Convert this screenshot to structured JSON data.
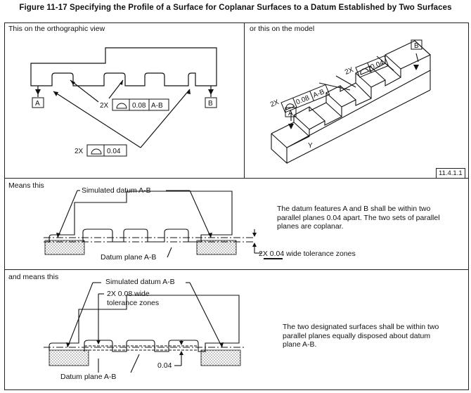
{
  "figure_title": "Figure 11-17 Specifying the Profile of a Surface for Coplanar Surfaces to a Datum Established by Two Surfaces",
  "panel_ortho": {
    "label": "This on the orthographic view",
    "datum_a": "A",
    "datum_b": "B",
    "fcf1": {
      "count": "2X",
      "value": "0.08",
      "datum": "A-B"
    },
    "fcf2": {
      "count": "2X",
      "value": "0.04"
    }
  },
  "panel_model": {
    "label": "or this on the model",
    "datum_a": "A",
    "datum_b": "B",
    "fcf1": {
      "count": "2X",
      "value": "0.08",
      "datum": "A-B"
    },
    "fcf2": {
      "count": "2X",
      "value": "0.04"
    },
    "axis_label": "Y",
    "ref": "11.4.1.1"
  },
  "panel_means": {
    "label": "Means this",
    "sim_datum": "Simulated datum A-B",
    "datum_plane": "Datum plane A-B",
    "zone_count": "2X",
    "zone_value": "0.04",
    "zone_text": "wide tolerance zones",
    "note": "The datum features A and B shall be within two parallel planes 0.04 apart. The two sets of parallel planes are coplanar."
  },
  "panel_and_means": {
    "label": "and means this",
    "sim_datum": "Simulated datum A-B",
    "zone_label_1": "2X 0.08 wide",
    "zone_label_2": "tolerance zones",
    "dim": "0.04",
    "datum_plane": "Datum plane A-B",
    "note": "The two designated surfaces shall be within two parallel planes equally disposed about datum plane A-B."
  }
}
